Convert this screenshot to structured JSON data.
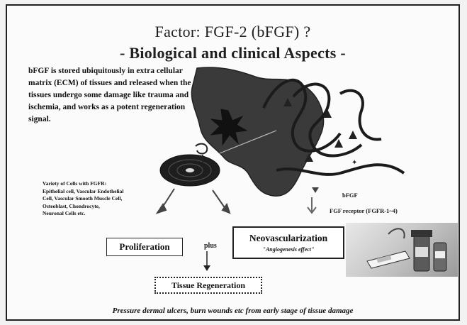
{
  "slide": {
    "title_line1": "Factor: FGF-2 (bFGF) ?",
    "title_line2": "- Biological and clinical Aspects -",
    "intro_text": "bFGF is stored ubiquitously in extra cellular matrix (ECM) of tissues and released when the tissues undergo some damage like trauma and ischemia, and works as a potent regeneration signal.",
    "cell_list": [
      "Variety of Cells with FGFR:",
      "Epithelial cell, Vascular Endothelial",
      "Cell, Vascular Smooth Muscle Cell,",
      "Osteoblast, Chondrocyte,",
      "Neuronal Cells etc."
    ],
    "bfgf_label": "bFGF",
    "receptor_label": "FGF receptor (FGFR-1~4)",
    "proliferation_label": "Proliferation",
    "plus_label": "plus",
    "neo_label": "Neovascularization",
    "neo_sub": "\"Angiogenesis effect\"",
    "tissue_label": "Tissue Regeneration",
    "bottom_text": "Pressure dermal ulcers, burn wounds etc from early stage of tissue damage"
  },
  "icons": [
    "tissue-map-icon",
    "fiber-curves-icon",
    "damage-burst-icon",
    "cell-disc-icon",
    "receptor-triangle-icon",
    "product-photo"
  ]
}
